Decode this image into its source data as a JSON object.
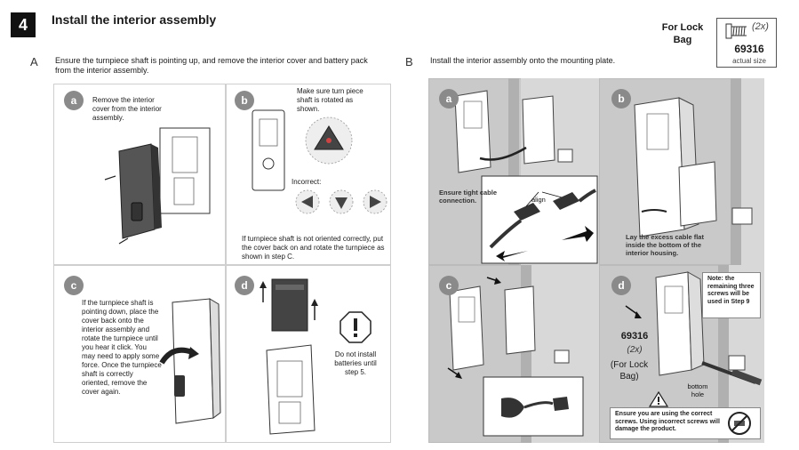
{
  "header": {
    "step_number": "4",
    "title": "Install the interior assembly",
    "for_lock_bag": "For Lock Bag",
    "screw_quantity": "(2x)",
    "screw_part": "69316",
    "actual_size": "actual size"
  },
  "section_a": {
    "letter": "A",
    "instruction": "Ensure the turnpiece shaft is pointing up, and remove the interior cover and battery pack from the interior assembly.",
    "panels": [
      {
        "badge": "a",
        "text": "Remove the interior cover from the interior assembly."
      },
      {
        "badge": "b",
        "text_top": "Make sure turn piece shaft is rotated as shown.",
        "incorrect_label": "Incorrect:",
        "text_bottom": "If turnpiece shaft is not oriented correctly, put the cover back on and rotate the turnpiece as shown in step C."
      },
      {
        "badge": "c",
        "text": "If the turnpiece shaft is pointing down, place the cover back onto the interior assembly and rotate the turnpiece until you hear it click. You may need to apply some force. Once the turnpiece shaft is correctly oriented, remove the cover again."
      },
      {
        "badge": "d",
        "text": "Do not install batteries until step 5."
      }
    ]
  },
  "section_b": {
    "letter": "B",
    "instruction": "Install the interior assembly onto the mounting plate.",
    "panels": [
      {
        "badge": "a",
        "text": "Ensure tight cable connection.",
        "align_label": "align"
      },
      {
        "badge": "b",
        "text": "Lay the excess cable flat inside the bottom of the interior housing."
      },
      {
        "badge": "c"
      },
      {
        "badge": "d",
        "note": "Note: the remaining three screws will be used in Step 9",
        "screw_part": "69316",
        "screw_quantity": "(2x)",
        "for_lock_bag": "(For Lock Bag)",
        "bottom_hole": "bottom hole",
        "warning": "Ensure you are using the correct screws. Using incorrect screws will damage the product."
      }
    ]
  }
}
